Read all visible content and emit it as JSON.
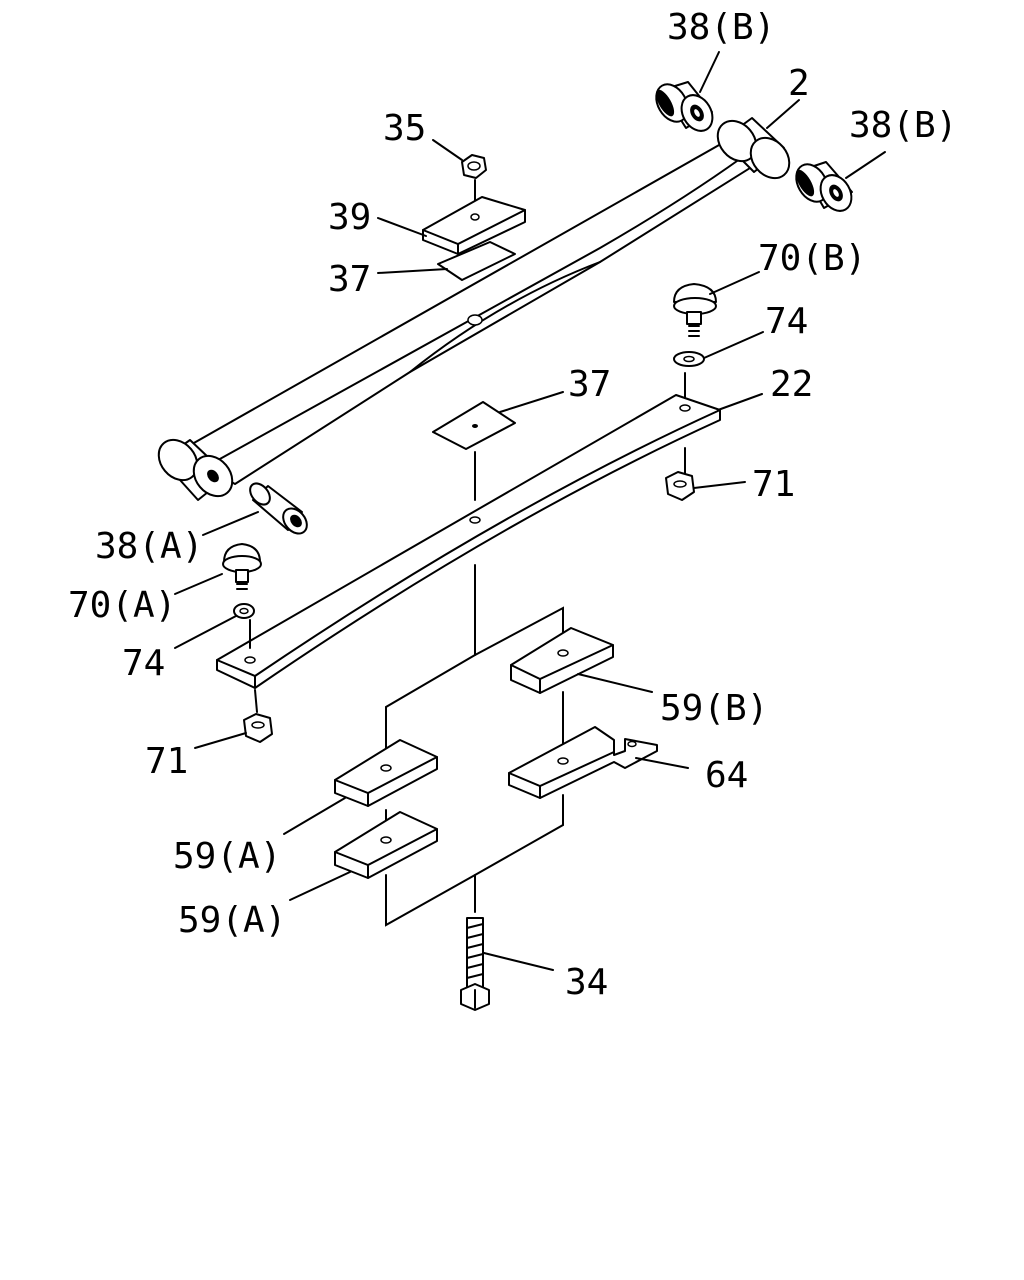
{
  "callouts": {
    "c38b_top": "38(B)",
    "c2": "2",
    "c38b_right": "38(B)",
    "c35": "35",
    "c39": "39",
    "c37_top": "37",
    "c70b": "70(B)",
    "c74_right": "74",
    "c37_mid": "37",
    "c22": "22",
    "c71_right": "71",
    "c38a": "38(A)",
    "c70a": "70(A)",
    "c74_left": "74",
    "c71_left": "71",
    "c59b": "59(B)",
    "c64": "64",
    "c59a_upper": "59(A)",
    "c59a_lower": "59(A)",
    "c34": "34"
  }
}
